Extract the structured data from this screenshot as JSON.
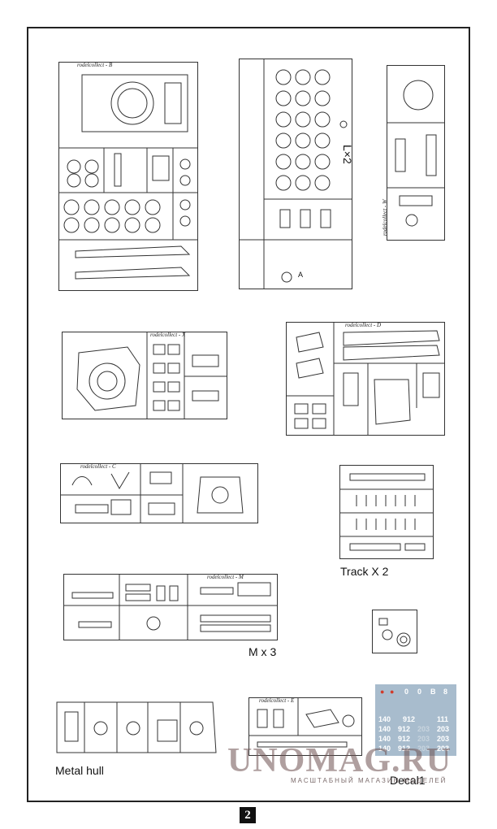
{
  "sprues": {
    "b_brand": "rodelcollect - B",
    "x_brand": "rodelcollect - X",
    "d_brand": "rodelcollect - D",
    "m_brand": "rodelcollect - M",
    "e_brand": "rodelcollect - E",
    "w_brand": "rodelcollect - W",
    "c_brand": "rodelcollect - C",
    "wheel_sprue_label": "L×2",
    "track_label": "Track X 2",
    "m_label": "M x 3",
    "hull_label": "Metal hull",
    "decal_label": "Decal1",
    "small_letter": "A"
  },
  "decal": {
    "row1": [
      "140",
      "912",
      "111"
    ],
    "row2": [
      "140",
      "912",
      "203",
      "203"
    ],
    "row3": [
      "140",
      "912",
      "203",
      "203"
    ],
    "row4": [
      "140",
      "912",
      "203",
      "203"
    ],
    "badges": [
      "0",
      "0",
      "B",
      "8"
    ]
  },
  "watermark": {
    "main": "UNOMAG.RU",
    "sub": "МАСШТАБНЫЙ МАГАЗИН МОДЕЛЕЙ"
  },
  "page_number": "2",
  "colors": {
    "line": "#333333",
    "decal_bg": "#a8bccd",
    "watermark": "#6e5050"
  }
}
